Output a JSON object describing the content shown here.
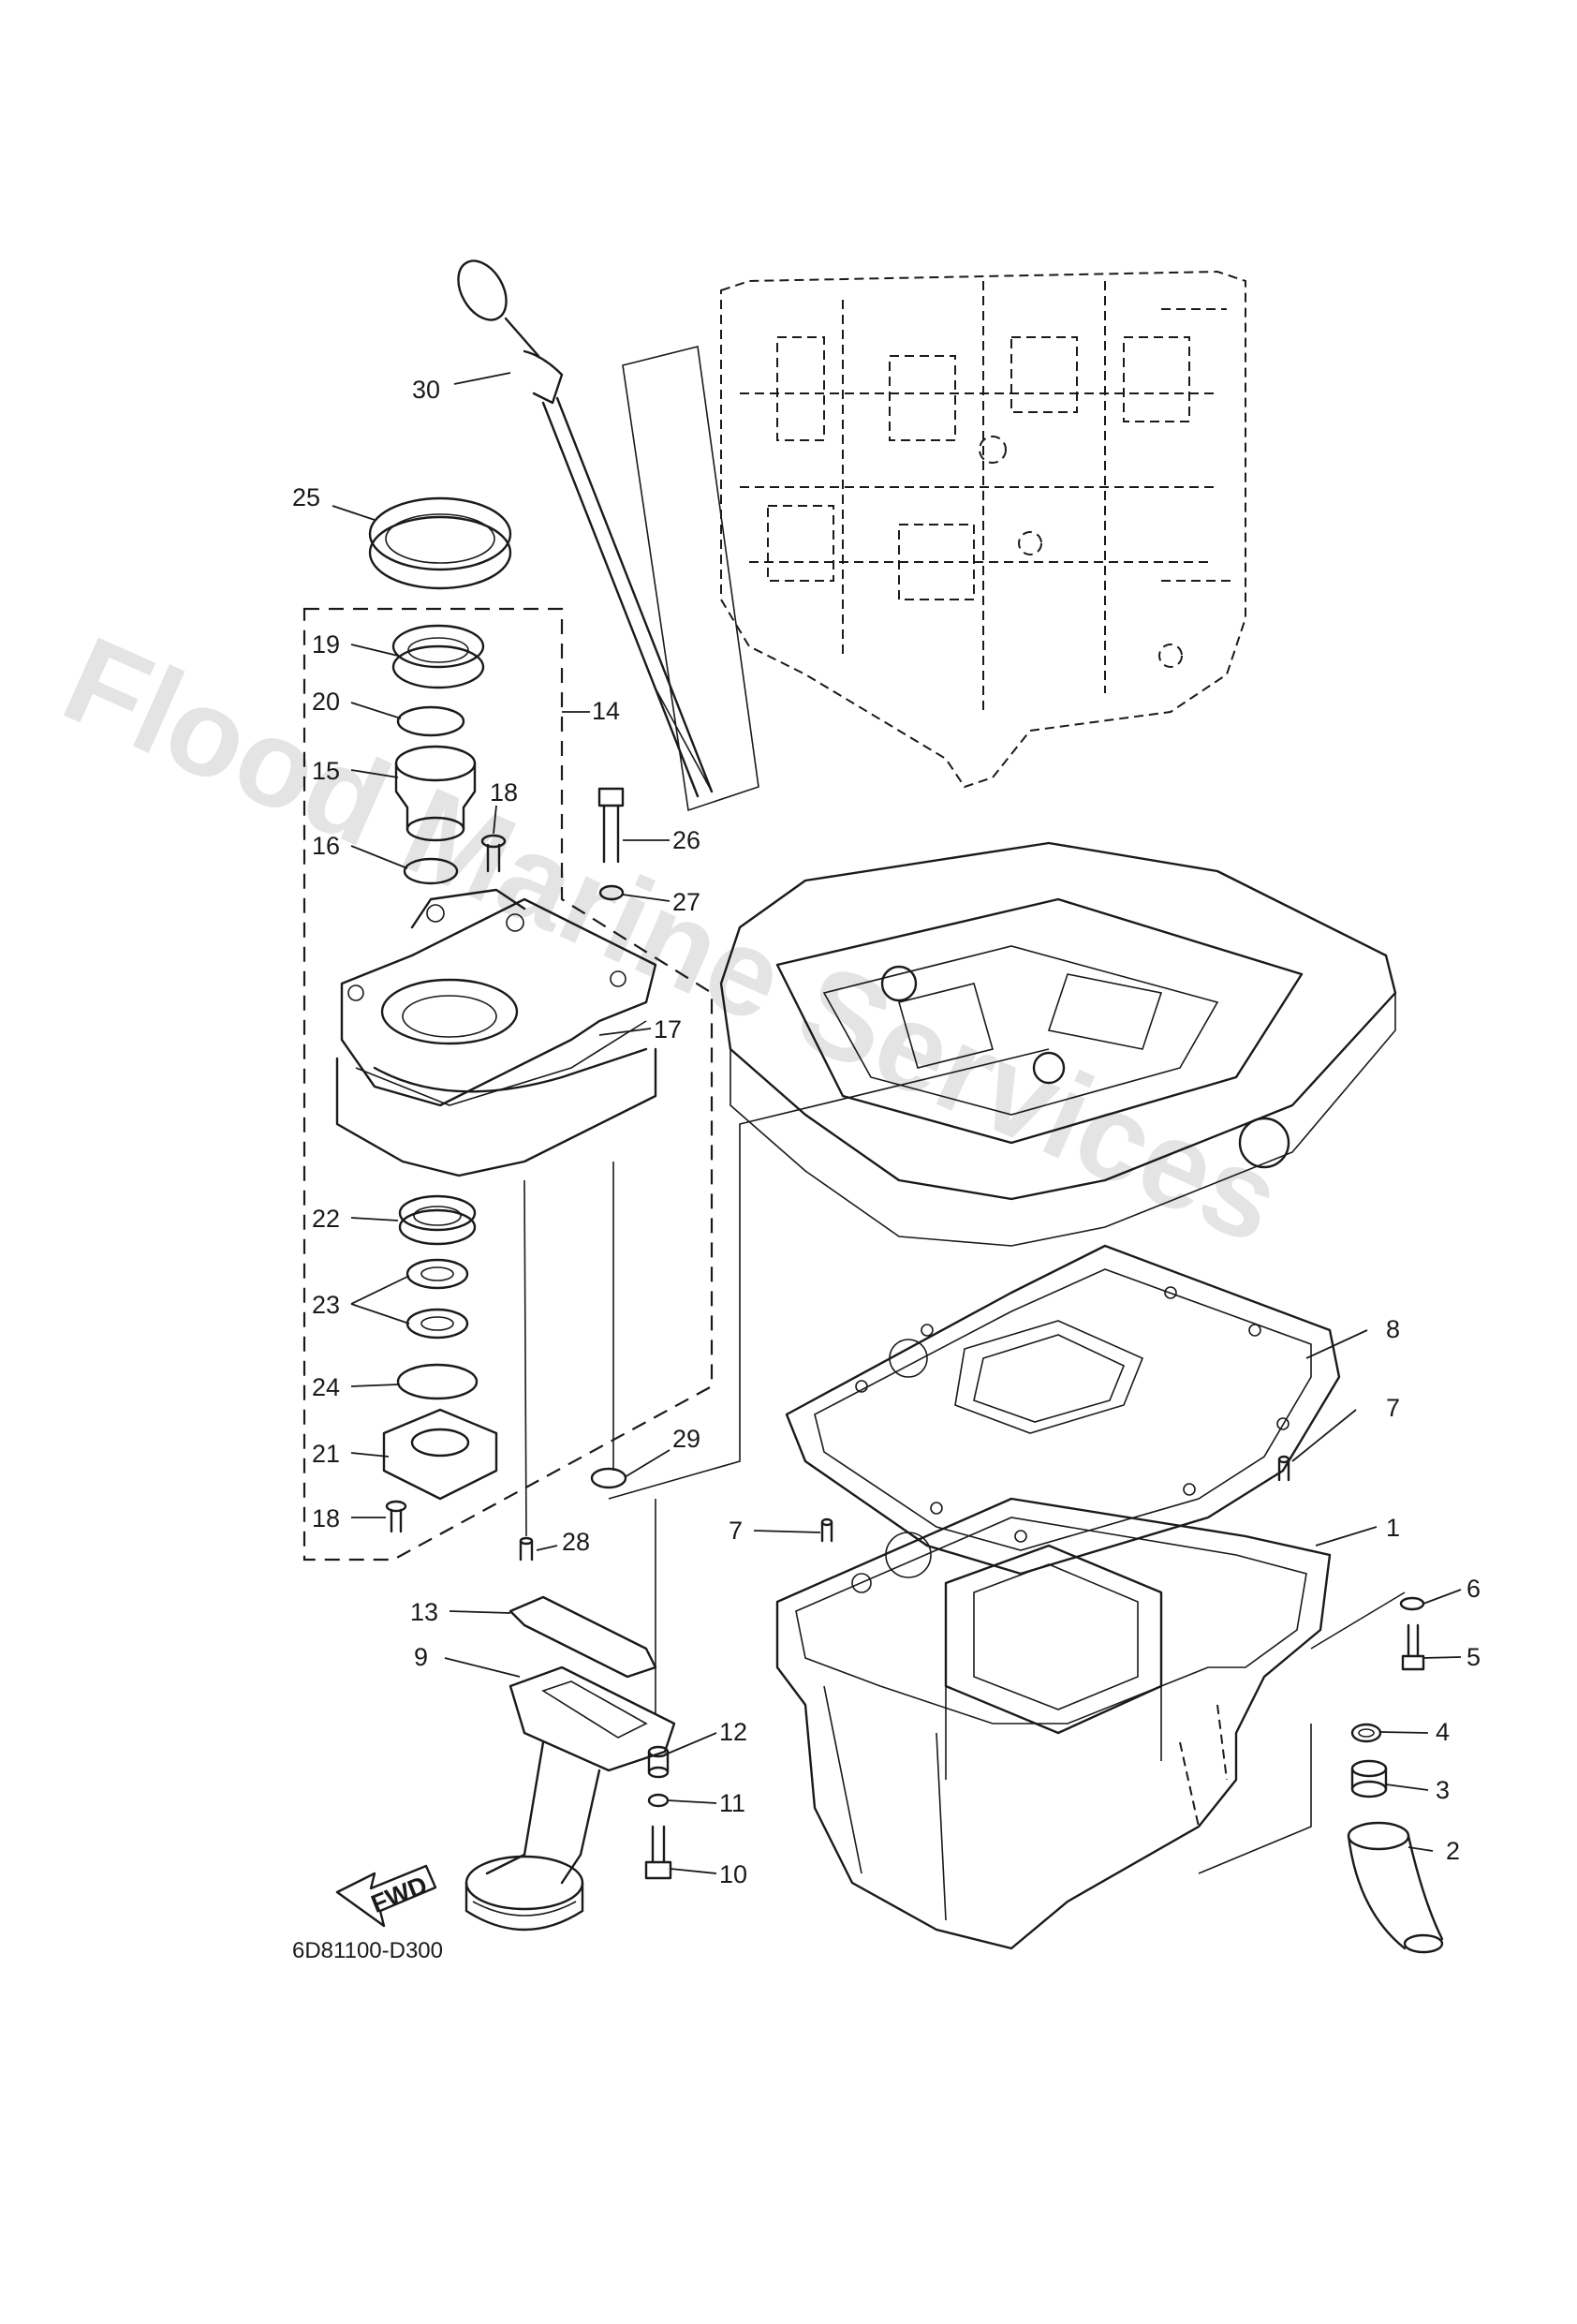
{
  "diagram": {
    "drawing_code": "6D81100-D300",
    "fwd_label": "FWD",
    "watermark": "Flood Marine Services",
    "callouts": [
      {
        "id": "c1",
        "label": "1"
      },
      {
        "id": "c2",
        "label": "2"
      },
      {
        "id": "c3",
        "label": "3"
      },
      {
        "id": "c4",
        "label": "4"
      },
      {
        "id": "c5",
        "label": "5"
      },
      {
        "id": "c6",
        "label": "6"
      },
      {
        "id": "c7a",
        "label": "7"
      },
      {
        "id": "c7b",
        "label": "7"
      },
      {
        "id": "c8",
        "label": "8"
      },
      {
        "id": "c9",
        "label": "9"
      },
      {
        "id": "c10",
        "label": "10"
      },
      {
        "id": "c11",
        "label": "11"
      },
      {
        "id": "c12",
        "label": "12"
      },
      {
        "id": "c13",
        "label": "13"
      },
      {
        "id": "c14",
        "label": "14"
      },
      {
        "id": "c15",
        "label": "15"
      },
      {
        "id": "c16",
        "label": "16"
      },
      {
        "id": "c17",
        "label": "17"
      },
      {
        "id": "c18a",
        "label": "18"
      },
      {
        "id": "c18b",
        "label": "18"
      },
      {
        "id": "c19",
        "label": "19"
      },
      {
        "id": "c20",
        "label": "20"
      },
      {
        "id": "c21",
        "label": "21"
      },
      {
        "id": "c22",
        "label": "22"
      },
      {
        "id": "c23",
        "label": "23"
      },
      {
        "id": "c24",
        "label": "24"
      },
      {
        "id": "c25",
        "label": "25"
      },
      {
        "id": "c26",
        "label": "26"
      },
      {
        "id": "c27",
        "label": "27"
      },
      {
        "id": "c28",
        "label": "28"
      },
      {
        "id": "c29",
        "label": "29"
      },
      {
        "id": "c30",
        "label": "30"
      }
    ]
  }
}
